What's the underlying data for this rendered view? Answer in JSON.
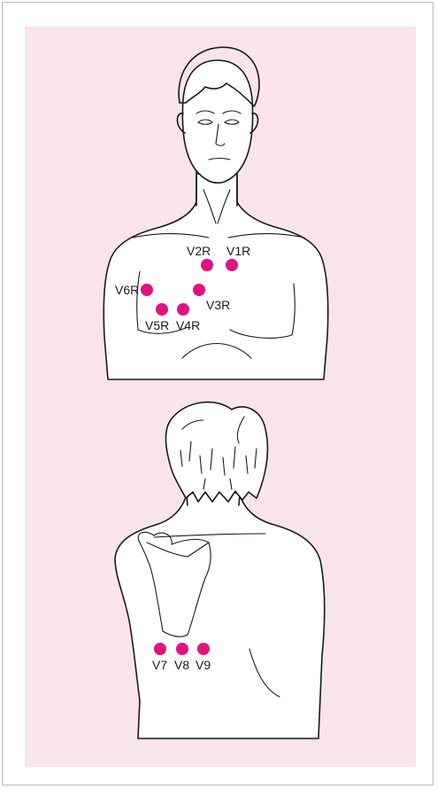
{
  "figure": {
    "colors": {
      "panel_background": "#f9e3ec",
      "electrode": "#e0137e",
      "line": "#1a1a1a"
    },
    "front_view": {
      "electrodes": [
        {
          "id": "V2R",
          "label": "V2R"
        },
        {
          "id": "V1R",
          "label": "V1R"
        },
        {
          "id": "V6R",
          "label": "V6R"
        },
        {
          "id": "V3R",
          "label": "V3R"
        },
        {
          "id": "V5R",
          "label": "V5R"
        },
        {
          "id": "V4R",
          "label": "V4R"
        }
      ]
    },
    "back_view": {
      "electrodes": [
        {
          "id": "V7",
          "label": "V7"
        },
        {
          "id": "V8",
          "label": "V8"
        },
        {
          "id": "V9",
          "label": "V9"
        }
      ]
    }
  }
}
